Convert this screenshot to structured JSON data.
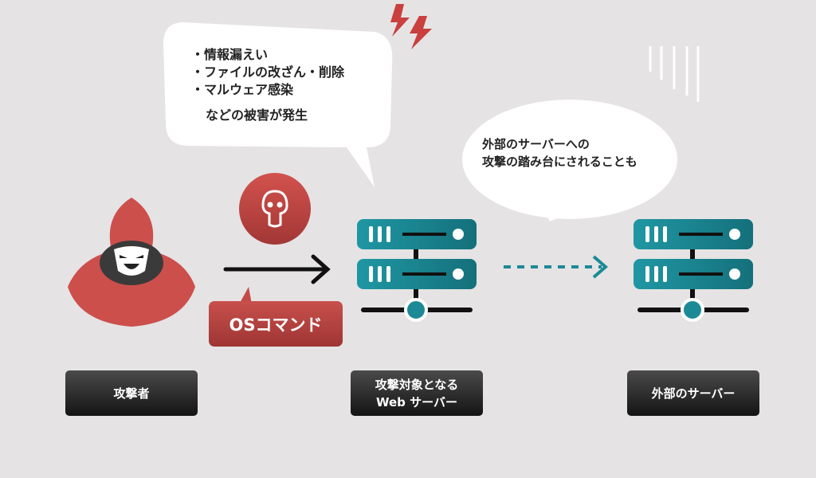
{
  "bubble_damage": {
    "items": [
      "・情報漏えい",
      "・ファイルの改ざん・削除",
      "・マルウェア感染"
    ],
    "footer": "などの被害が発生"
  },
  "bubble_springboard": {
    "line1": "外部のサーバーへの",
    "line2": "攻撃の踏み台にされることも"
  },
  "command_label": "OSコマンド",
  "labels": {
    "attacker": "攻撃者",
    "target": "攻撃対象となる\nWeb サーバー",
    "external": "外部のサーバー"
  },
  "colors": {
    "red": "#c44a47",
    "teal": "#1b8a96",
    "dark": "#1a1a1a"
  }
}
